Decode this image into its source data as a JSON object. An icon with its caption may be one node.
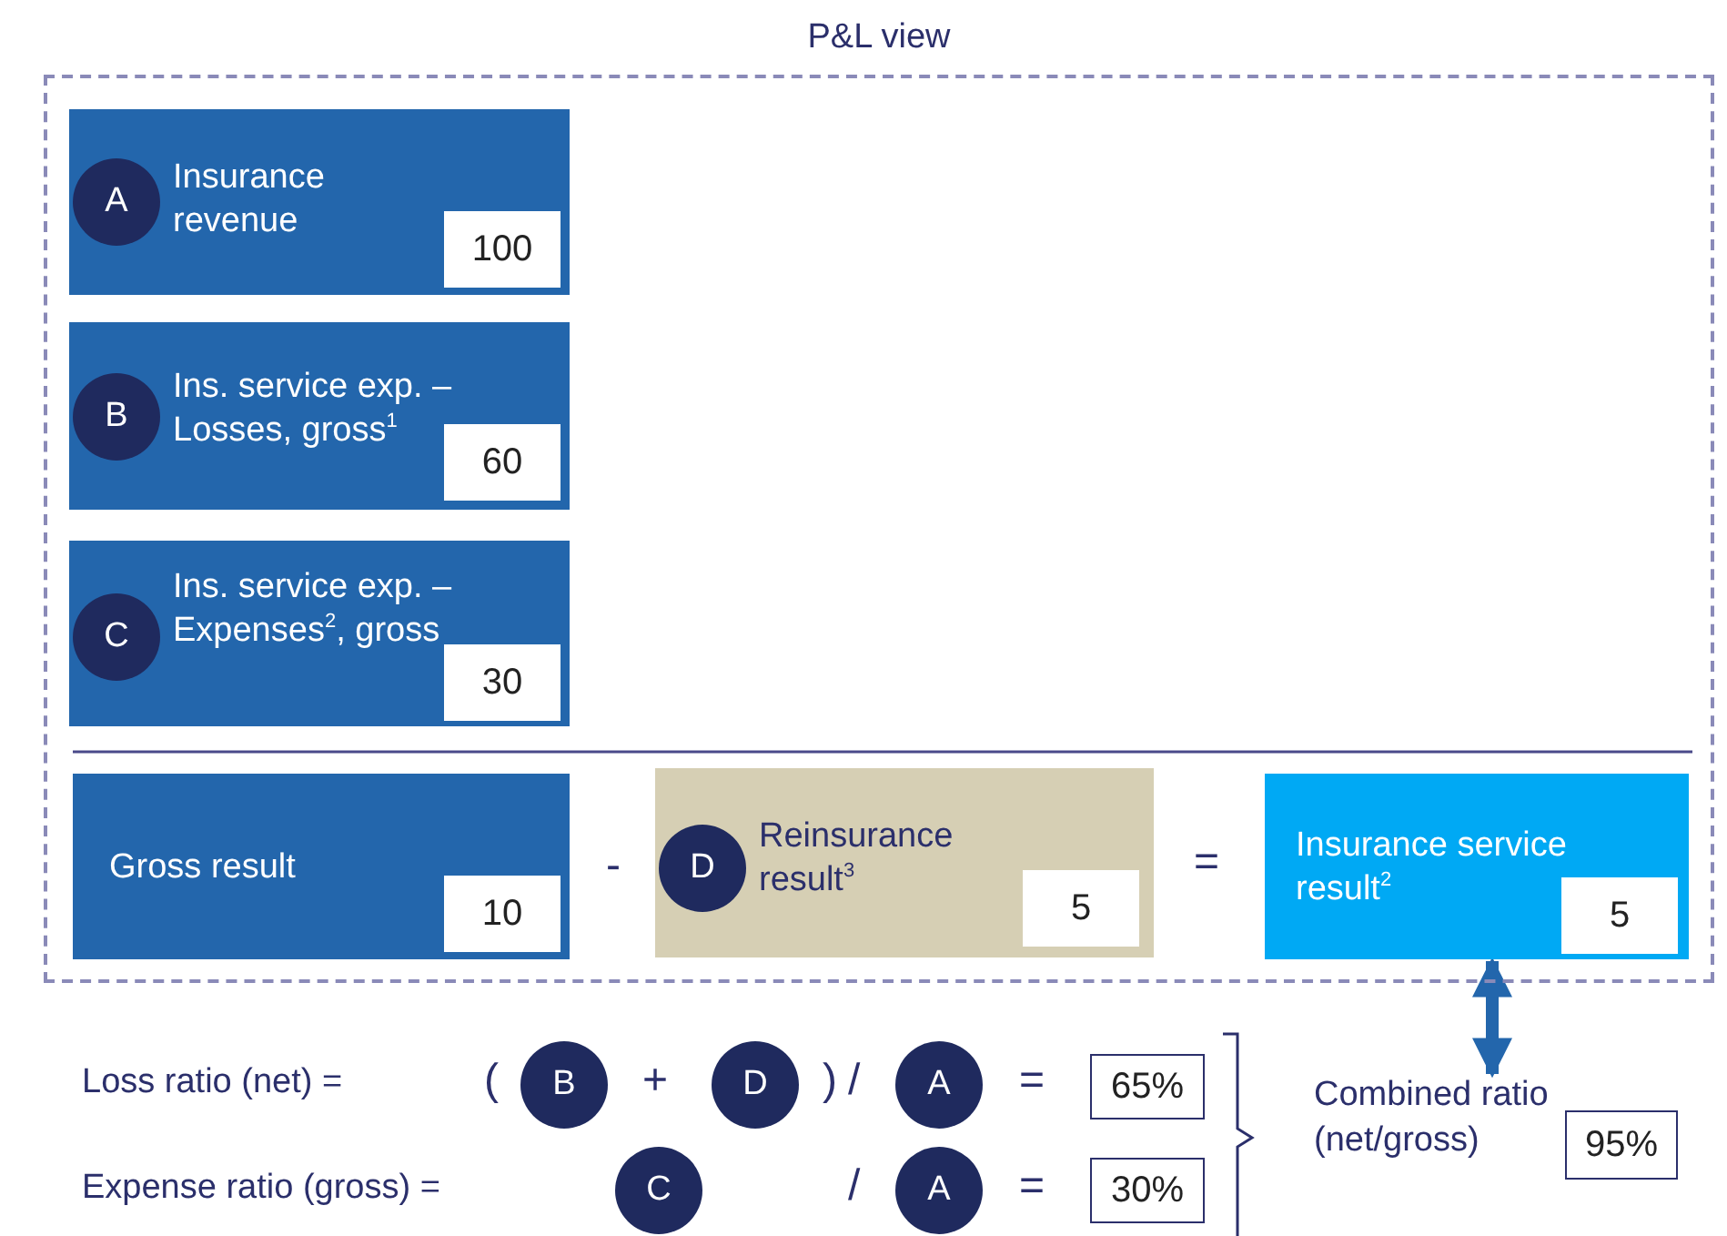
{
  "diagram": {
    "nodes": [
      {
        "text": [
          "P&L view"
        ]
      },
      {
        "text": [
          "Insurance revenue"
        ],
        "in": 0
      },
      {
        "text": [
          "A"
        ],
        "in": 1
      },
      {
        "text": [
          "100"
        ],
        "in": 1
      },
      {
        "text": [
          "Ins. service exp. – Losses, gross$^{1}$"
        ],
        "in": 0
      },
      {
        "text": [
          "B"
        ],
        "in": 4
      },
      {
        "text": [
          "60"
        ],
        "in": 4
      },
      {
        "text": [
          "Ins. service exp. – Expenses$^{2}$, gross"
        ],
        "in": 0
      },
      {
        "text": [
          "C"
        ],
        "in": 7
      },
      {
        "text": [
          "30"
        ],
        "in": 7
      },
      {
        "text": [
          "Gross result"
        ],
        "in": 0
      },
      {
        "text": [
          "10"
        ],
        "in": 10
      },
      {
        "text": [
          "Reinsurance result$^{3}$"
        ],
        "in": 0
      },
      {
        "text": [
          "D"
        ],
        "in": 12
      },
      {
        "text": [
          "5"
        ],
        "in": 12
      },
      {
        "text": [
          "Insurance service result$^{2}$"
        ],
        "in": 0
      },
      {
        "text": [
          "5"
        ],
        "in": 15
      },
      {
        "text": [
          "B"
        ]
      },
      {
        "text": [
          "D"
        ]
      },
      {
        "text": [
          "A"
        ]
      },
      {
        "text": [
          "65%"
        ]
      },
      {
        "text": [
          "C"
        ]
      },
      {
        "text": [
          "A"
        ]
      },
      {
        "text": [
          "30%"
        ]
      },
      {
        "text": [
          "Combined ratio (net/gross)"
        ]
      },
      {
        "text": [
          "95%"
        ]
      }
    ],
    "edges": [
      {
        "from": 15,
        "to": 24,
        "arrow": "both"
      }
    ],
    "labels": [
      "-",
      "=",
      "Loss ratio (net) =",
      "(",
      "+",
      ")",
      "/",
      "=",
      "Expense ratio (gross) =",
      "/",
      "="
    ]
  }
}
